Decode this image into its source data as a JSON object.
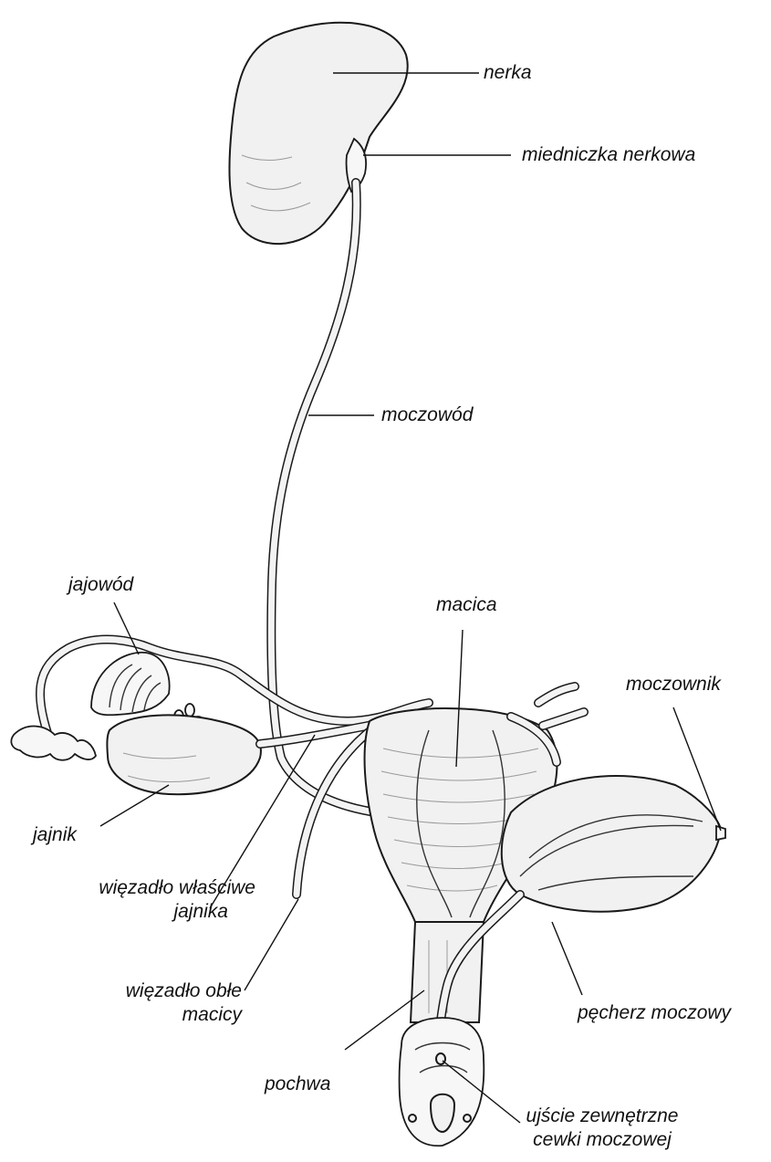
{
  "labels": {
    "nerka": "nerka",
    "miedniczka": "miedniczka nerkowa",
    "moczowod": "moczowód",
    "jajowod": "jajowód",
    "macica": "macica",
    "moczownik": "moczownik",
    "jajnik": "jajnik",
    "wiezadlo_wlasciwe_1": "więzadło właściwe",
    "wiezadlo_wlasciwe_2": "jajnika",
    "wiezadlo_oble_1": "więzadło obłe",
    "wiezadlo_oble_2": "macicy",
    "pecherz": "pęcherz moczowy",
    "pochwa": "pochwa",
    "ujscie_1": "ujście zewnętrzne",
    "ujscie_2": "cewki moczowej"
  }
}
